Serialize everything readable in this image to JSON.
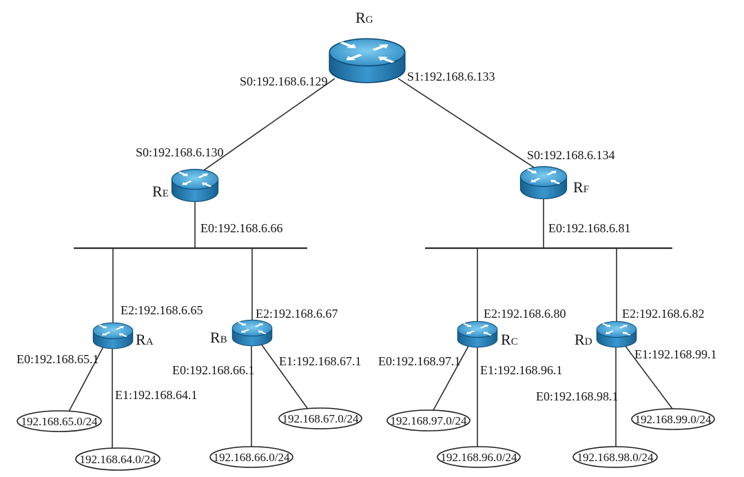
{
  "routers": [
    {
      "letter": "R",
      "sub": "G"
    },
    {
      "letter": "R",
      "sub": "E"
    },
    {
      "letter": "R",
      "sub": "F"
    },
    {
      "letter": "R",
      "sub": "A"
    },
    {
      "letter": "R",
      "sub": "B"
    },
    {
      "letter": "R",
      "sub": "C"
    },
    {
      "letter": "R",
      "sub": "D"
    }
  ],
  "interfaces": {
    "rg_s0": "S0:192.168.6.129",
    "rg_s1": "S1:192.168.6.133",
    "re_s0": "S0:192.168.6.130",
    "rf_s0": "S0:192.168.6.134",
    "re_e0": "E0:192.168.6.66",
    "rf_e0": "E0:192.168.6.81",
    "ra_e2": "E2:192.168.6.65",
    "rb_e2": "E2:192.168.6.67",
    "rc_e2": "E2:192.168.6.80",
    "rd_e2": "E2:192.168.6.82",
    "ra_e0": "E0:192.168.65.1",
    "ra_e1": "E1:192.168.64.1",
    "rb_e0": "E0:192.168.66.1",
    "rb_e1": "E1:192.168.67.1",
    "rc_e0": "E0:192.168.97.1",
    "rc_e1": "E1:192.168.96.1",
    "rd_e0": "E0:192.168.98.1",
    "rd_e1": "E1:192.168.99.1"
  },
  "networks": {
    "ra_e0": "192.168.65.0/24",
    "ra_e1": "192.168.64.0/24",
    "rb_e0": "192.168.66.0/24",
    "rb_e1": "192.168.67.0/24",
    "rc_e0": "192.168.97.0/24",
    "rc_e1": "192.168.96.0/24",
    "rd_e0": "192.168.98.0/24",
    "rd_e1": "192.168.99.0/24"
  },
  "colors": {
    "router_top_light": "#7fcdf0",
    "router_top": "#2e8ac3",
    "router_body_light": "#3a97cf",
    "router_body_dark": "#17608f",
    "router_outline": "#0e4a74",
    "arrow": "#ffffff"
  }
}
